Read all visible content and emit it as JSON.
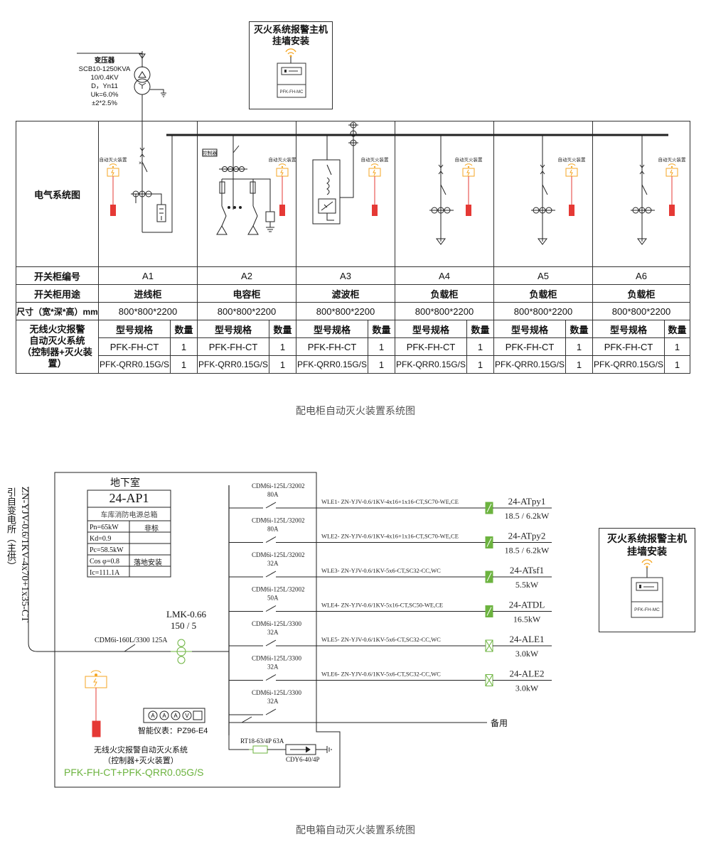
{
  "fire_host_top": {
    "title_line1": "灭火系统报警主机",
    "title_line2": "挂墙安装",
    "device": "PFK-FH-MC"
  },
  "transformer": {
    "lines": [
      "变压器",
      "SCB10-1250KVA",
      "10/0.4KV",
      "D，Yn11",
      "Uk=6.0%",
      "±2*2.5%"
    ]
  },
  "table": {
    "row_label_diagram": "电气系统图",
    "row_label_number": "开关柜编号",
    "row_label_use": "开关柜用途",
    "row_label_size": "尺寸（宽*深*高）mm",
    "row_label_wireless": [
      "无线火灾报警",
      "自动灭火系统",
      "（控制器+灭火装置）"
    ],
    "device_label": "自动灭火装置",
    "controller_label": "控制器",
    "spec_header": "型号规格",
    "qty_header": "数量",
    "cabinets": [
      {
        "id": "A1",
        "use": "进线柜",
        "size": "800*800*2200",
        "model1": "PFK-FH-CT",
        "qty1": "1",
        "model2": "PFK-QRR0.15G/S",
        "qty2": "1"
      },
      {
        "id": "A2",
        "use": "电容柜",
        "size": "800*800*2200",
        "model1": "PFK-FH-CT",
        "qty1": "1",
        "model2": "PFK-QRR0.15G/S",
        "qty2": "1"
      },
      {
        "id": "A3",
        "use": "滤波柜",
        "size": "800*800*2200",
        "model1": "PFK-FH-CT",
        "qty1": "1",
        "model2": "PFK-QRR0.15G/S",
        "qty2": "1"
      },
      {
        "id": "A4",
        "use": "负载柜",
        "size": "800*800*2200",
        "model1": "PFK-FH-CT",
        "qty1": "1",
        "model2": "PFK-QRR0.15G/S",
        "qty2": "1"
      },
      {
        "id": "A5",
        "use": "负载柜",
        "size": "800*800*2200",
        "model1": "PFK-FH-CT",
        "qty1": "1",
        "model2": "PFK-QRR0.15G/S",
        "qty2": "1"
      },
      {
        "id": "A6",
        "use": "负载柜",
        "size": "800*800*2200",
        "model1": "PFK-FH-CT",
        "qty1": "1",
        "model2": "PFK-QRR0.15G/S",
        "qty2": "1"
      }
    ]
  },
  "caption1": "配电柜自动灭火装置系统图",
  "caption2": "配电箱自动灭火装置系统图",
  "box2": {
    "room": "地下室",
    "panel_id": "24-AP1",
    "panel_name": "车库消防电源总箱",
    "params": [
      {
        "k": "Pn=65kW",
        "v": "非标"
      },
      {
        "k": "Kd=0.9",
        "v": ""
      },
      {
        "k": "Pc=58.5kW",
        "v": ""
      },
      {
        "k": "Cos φ=0.8",
        "v": "落地安装"
      },
      {
        "k": "Ic=111.1A",
        "v": ""
      }
    ],
    "incoming_vertical": "ZN-YJV-0.6/1KV-4x70+1x35-CT",
    "incoming_source": "引自变电所（主供）",
    "main_breaker": "CDM6i-160L/3300 125A",
    "ct_label": "LMK-0.66",
    "ct_ratio": "150 / 5",
    "meter_label": "智能仪表：PZ96-E4",
    "meter_glyphs": [
      "A",
      "A",
      "A",
      "V"
    ],
    "system_line1": "无线火灾报警自动灭火系统",
    "system_line2": "（控制器+灭火装置）",
    "system_model": "PFK-FH-CT+PFK-QRR0.05G/S",
    "spd_breaker": "RT18-63/4P 63A",
    "spd": "CDY6-40/4P",
    "spare": "备用",
    "circuits": [
      {
        "breaker": "CDM6i-125L/32002",
        "rating": "80A",
        "cable": "WLE1- ZN-YJV-0.6/1KV-4x16+1x16-CT,SC70-WE,CE",
        "target": "24-ATpy1",
        "power": "18.5 / 6.2kW"
      },
      {
        "breaker": "CDM6i-125L/32002",
        "rating": "80A",
        "cable": "WLE2- ZN-YJV-0.6/1KV-4x16+1x16-CT,SC70-WE,CE",
        "target": "24-ATpy2",
        "power": "18.5 / 6.2kW"
      },
      {
        "breaker": "CDM6i-125L/32002",
        "rating": "32A",
        "cable": "WLE3- ZN-YJV-0.6/1KV-5x6-CT,SC32-CC,WC",
        "target": "24-ATsf1",
        "power": "5.5kW"
      },
      {
        "breaker": "CDM6i-125L/32002",
        "rating": "50A",
        "cable": "WLE4- ZN-YJV-0.6/1KV-5x16-CT,SC50-WE,CE",
        "target": "24-ATDL",
        "power": "16.5kW"
      },
      {
        "breaker": "CDM6i-125L/3300",
        "rating": "32A",
        "cable": "WLE5- ZN-YJV-0.6/1KV-5x6-CT,SC32-CC,WC",
        "target": "24-ALE1",
        "power": "3.0kW"
      },
      {
        "breaker": "CDM6i-125L/3300",
        "rating": "32A",
        "cable": "WLE6- ZN-YJV-0.6/1KV-5x6-CT,SC32-CC,WC",
        "target": "24-ALE2",
        "power": "3.0kW"
      },
      {
        "breaker": "CDM6i-125L/3300",
        "rating": "32A",
        "cable": "",
        "target": "",
        "power": ""
      }
    ]
  },
  "fire_host_right": {
    "title_line1": "灭火系统报警主机",
    "title_line2": "挂墙安装",
    "device": "PFK-FH-MC"
  },
  "colors": {
    "accent_green": "#6cb33f",
    "accent_red": "#e53935",
    "accent_orange": "#f5a623",
    "line": "#222222"
  }
}
